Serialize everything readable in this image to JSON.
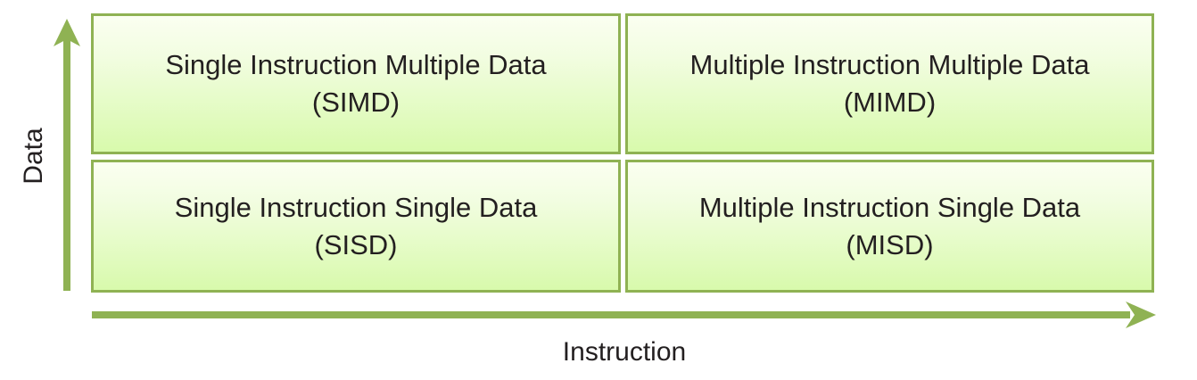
{
  "diagram": {
    "title": "Flynn's Taxonomy quadrant chart",
    "colors": {
      "border": "#8fb253",
      "fill_top": "#fbfff1",
      "fill_bottom": "#d8faac",
      "axis": "#8fb253",
      "text": "#231f20",
      "background": "#ffffff"
    },
    "axes": {
      "y_label": "Data",
      "x_label": "Instruction",
      "y_arrow_direction": "up",
      "x_arrow_direction": "right"
    },
    "quadrants": [
      {
        "id": "simd",
        "position": "top-left",
        "name": "Single Instruction Multiple Data",
        "acronym": "(SIMD)"
      },
      {
        "id": "mimd",
        "position": "top-right",
        "name": "Multiple Instruction Multiple Data",
        "acronym": "(MIMD)"
      },
      {
        "id": "sisd",
        "position": "bottom-left",
        "name": "Single Instruction Single Data",
        "acronym": "(SISD)"
      },
      {
        "id": "misd",
        "position": "bottom-right",
        "name": "Multiple Instruction Single Data",
        "acronym": "(MISD)"
      }
    ]
  }
}
